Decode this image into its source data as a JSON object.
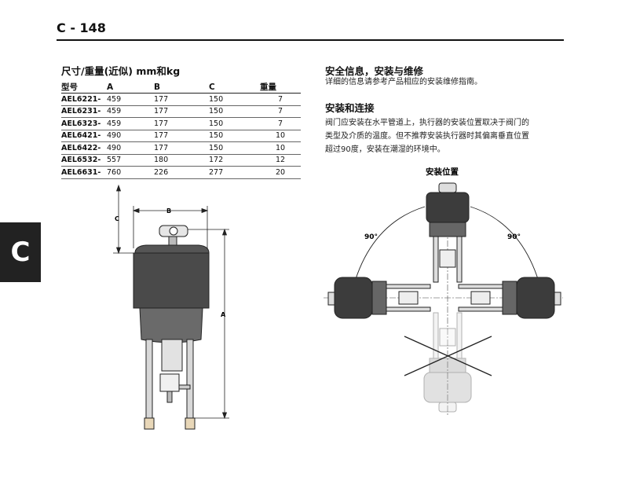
{
  "header": {
    "page_number": "C - 148",
    "section_tab": "C"
  },
  "dimensions": {
    "title": "尺寸/重量(近似)  mm和kg",
    "columns": [
      "型号",
      "A",
      "B",
      "C",
      "重量"
    ],
    "rows": [
      [
        "AEL6221-",
        "459",
        "177",
        "150",
        "7"
      ],
      [
        "AEL6231-",
        "459",
        "177",
        "150",
        "7"
      ],
      [
        "AEL6323-",
        "459",
        "177",
        "150",
        "7"
      ],
      [
        "AEL6421-",
        "490",
        "177",
        "150",
        "10"
      ],
      [
        "AEL6422-",
        "490",
        "177",
        "150",
        "10"
      ],
      [
        "AEL6532-",
        "557",
        "180",
        "172",
        "12"
      ],
      [
        "AEL6631-",
        "760",
        "226",
        "277",
        "20"
      ]
    ]
  },
  "drawing": {
    "label_a": "A",
    "label_b": "B",
    "label_c": "C"
  },
  "safety": {
    "title": "安全信息，安装与维修",
    "body": "详细的信息请参考产品相应的安装维修指南。"
  },
  "installation": {
    "title": "安装和连接",
    "lines": [
      "阀门应安装在水平管道上，执行器的安装位置取决于阀门的",
      "类型及介质的温度。但不推荐安装执行器时其偏离垂直位置",
      "超过90度，安装在潮湿的环境中。"
    ]
  },
  "mounting_diagram": {
    "title": "安装位置",
    "left_angle": "90°",
    "right_angle": "90°"
  }
}
